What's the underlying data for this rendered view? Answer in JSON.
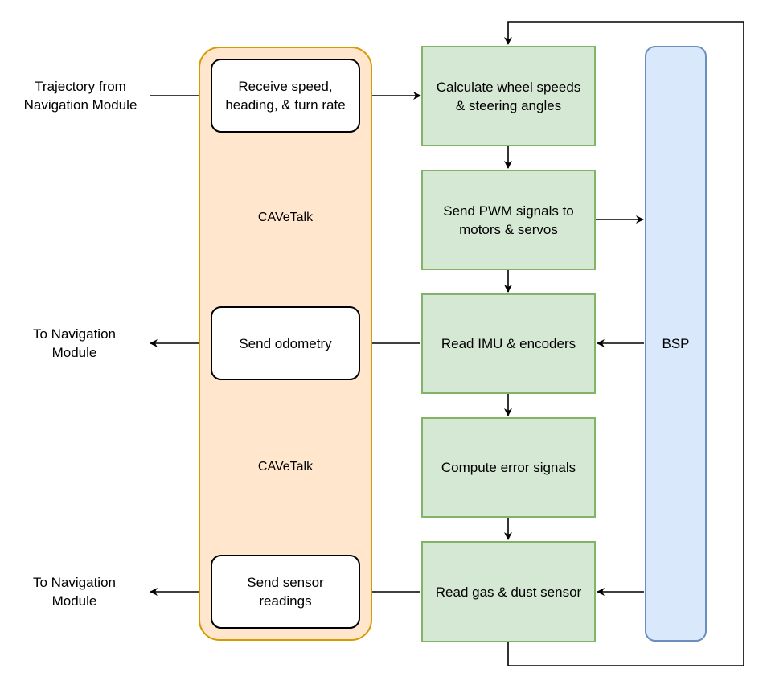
{
  "inputs": {
    "trajectory": "Trajectory from\nNavigation Module"
  },
  "outputs": {
    "odometry_dest": "To Navigation\nModule",
    "sensor_dest": "To Navigation\nModule"
  },
  "cavetalk": {
    "label_top": "CAVeTalk",
    "label_bottom": "CAVeTalk",
    "receive": "Receive speed,\nheading, & turn rate",
    "send_odometry": "Send odometry",
    "send_sensor": "Send sensor\nreadings"
  },
  "process": {
    "calculate": "Calculate wheel speeds\n& steering angles",
    "pwm": "Send PWM signals to\nmotors & servos",
    "read_imu": "Read IMU & encoders",
    "compute_error": "Compute error signals",
    "read_gas": "Read gas & dust sensor"
  },
  "bsp": {
    "label": "BSP"
  },
  "colors": {
    "cavetalk_fill": "#ffe6cc",
    "cavetalk_border": "#d79b00",
    "process_fill": "#d5e8d4",
    "process_border": "#82b366",
    "bsp_fill": "#dae8fc",
    "bsp_border": "#6c8ebf"
  }
}
